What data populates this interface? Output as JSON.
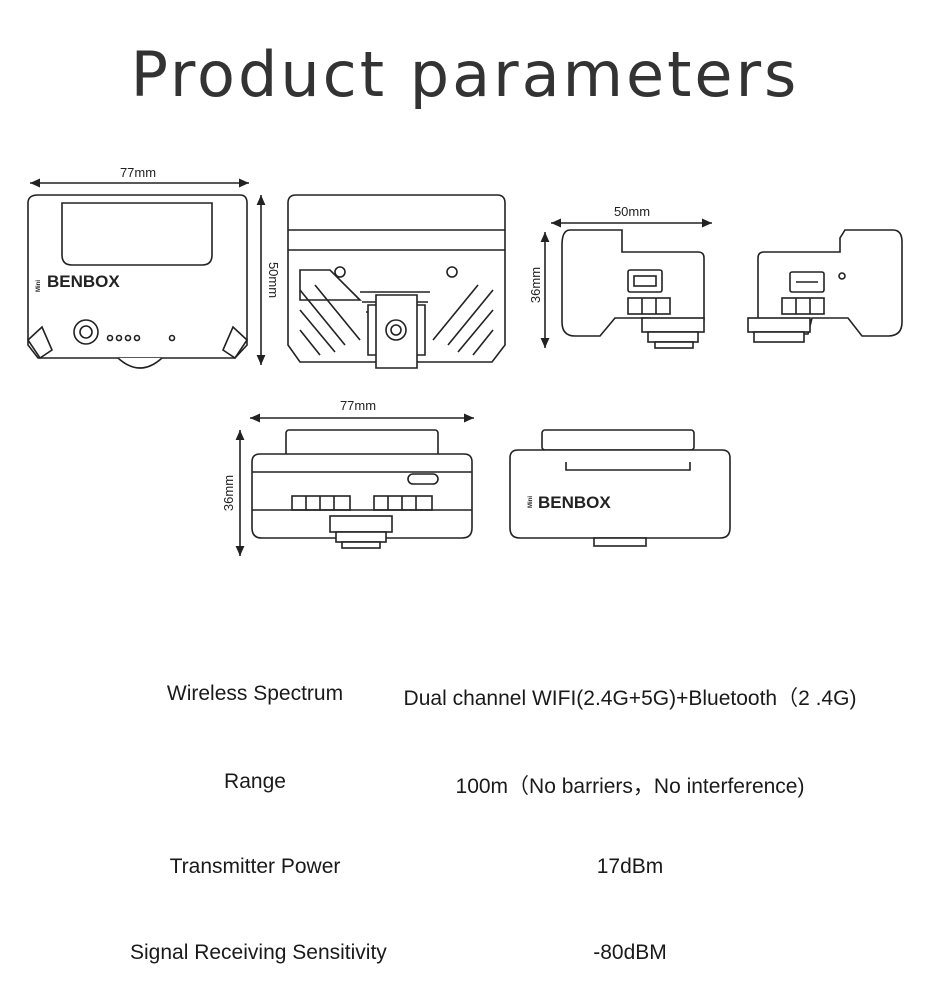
{
  "title": "Product parameters",
  "diagrams": {
    "brand": "BENBOX",
    "brand_prefix": "Mini",
    "dim_front_width": "77mm",
    "dim_front_height": "50mm",
    "dim_side_width": "50mm",
    "dim_side_height": "36mm",
    "dim_top_width": "77mm",
    "dim_top_height": "36mm"
  },
  "specs": [
    {
      "label": "Wireless Spectrum",
      "value": "Dual channel WIFI(2.4G+5G)+Bluetooth（2 .4G)"
    },
    {
      "label": "Range",
      "value": "100m（No barriers，No interference)"
    },
    {
      "label": "Transmitter Power",
      "value": "17dBm"
    },
    {
      "label": "Signal Receiving Sensitivity",
      "value": "-80dBM"
    }
  ]
}
